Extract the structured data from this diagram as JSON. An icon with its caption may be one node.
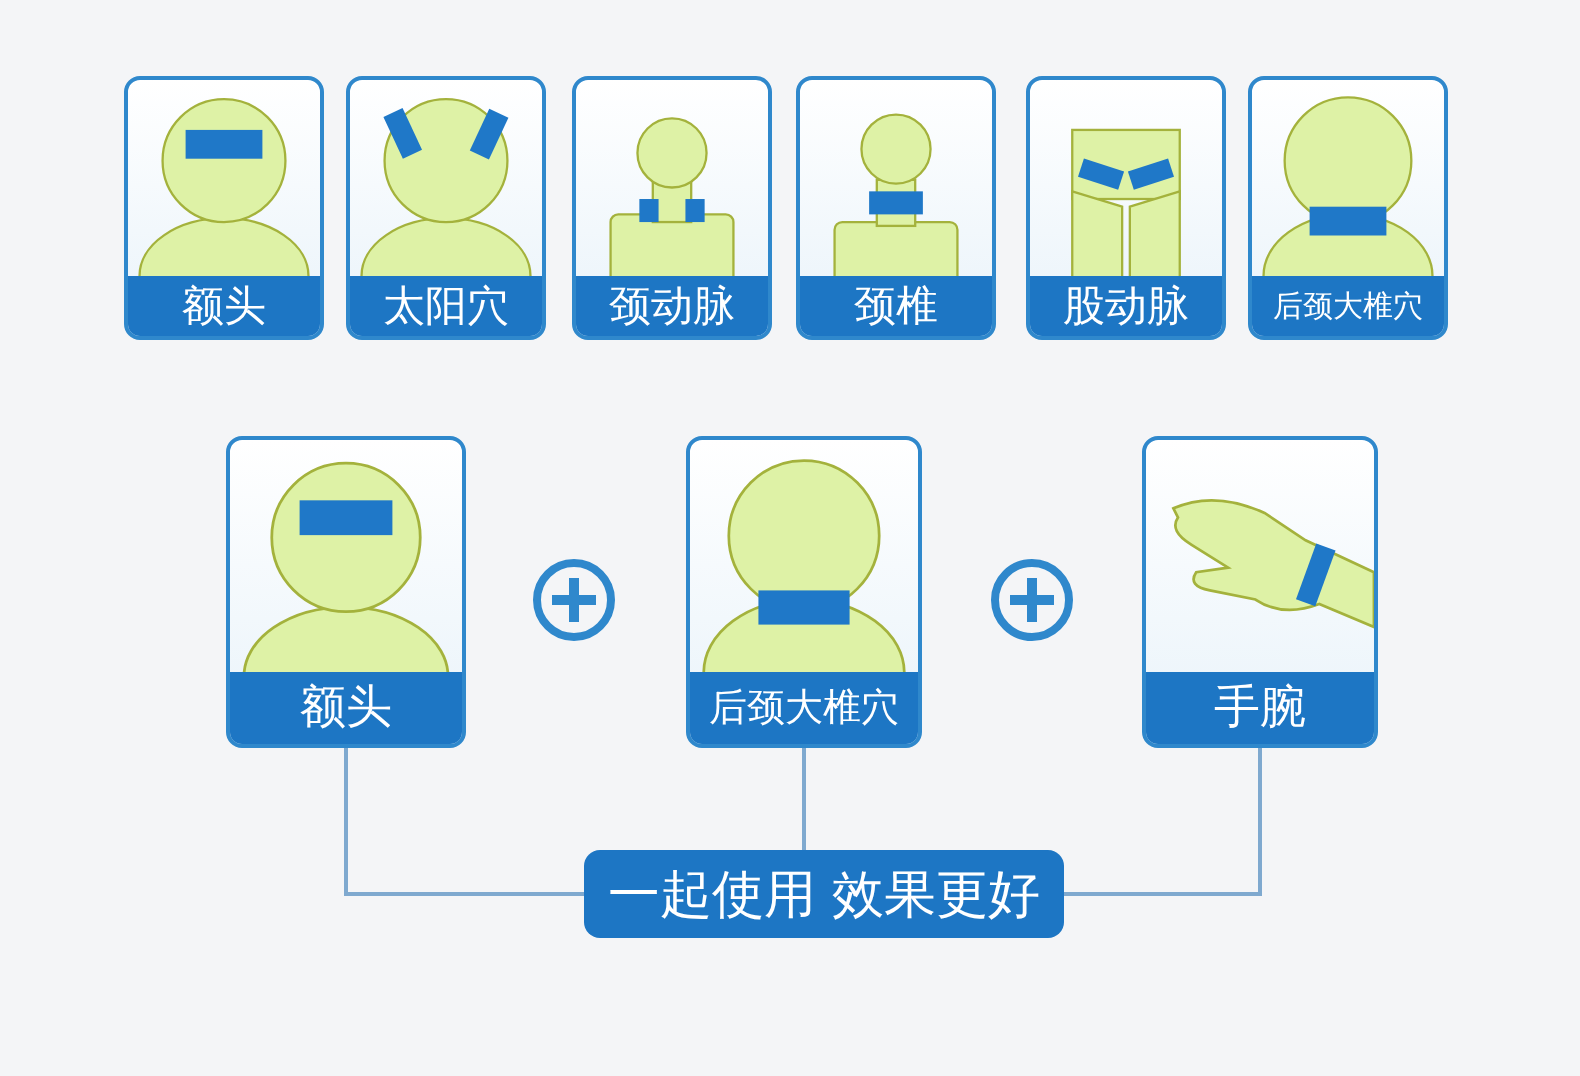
{
  "diagram": {
    "nodes": [
      {
        "text": [
          "额头"
        ]
      },
      {
        "text": [
          "太阳穴"
        ]
      },
      {
        "text": [
          "颈动脉"
        ]
      },
      {
        "text": [
          "颈椎"
        ]
      },
      {
        "text": [
          "股动脉"
        ]
      },
      {
        "text": [
          "后颈大椎穴"
        ]
      },
      {
        "text": [
          "额头"
        ]
      },
      {
        "text": [
          "后颈大椎穴"
        ]
      },
      {
        "text": [
          "手腕"
        ]
      },
      {
        "text": [
          "一起使用 效果更好"
        ]
      }
    ],
    "edges": [
      {
        "from": 6,
        "to": 9,
        "arrow": "none"
      },
      {
        "from": 7,
        "to": 9,
        "arrow": "none"
      },
      {
        "from": 8,
        "to": 9,
        "arrow": "none"
      }
    ]
  }
}
